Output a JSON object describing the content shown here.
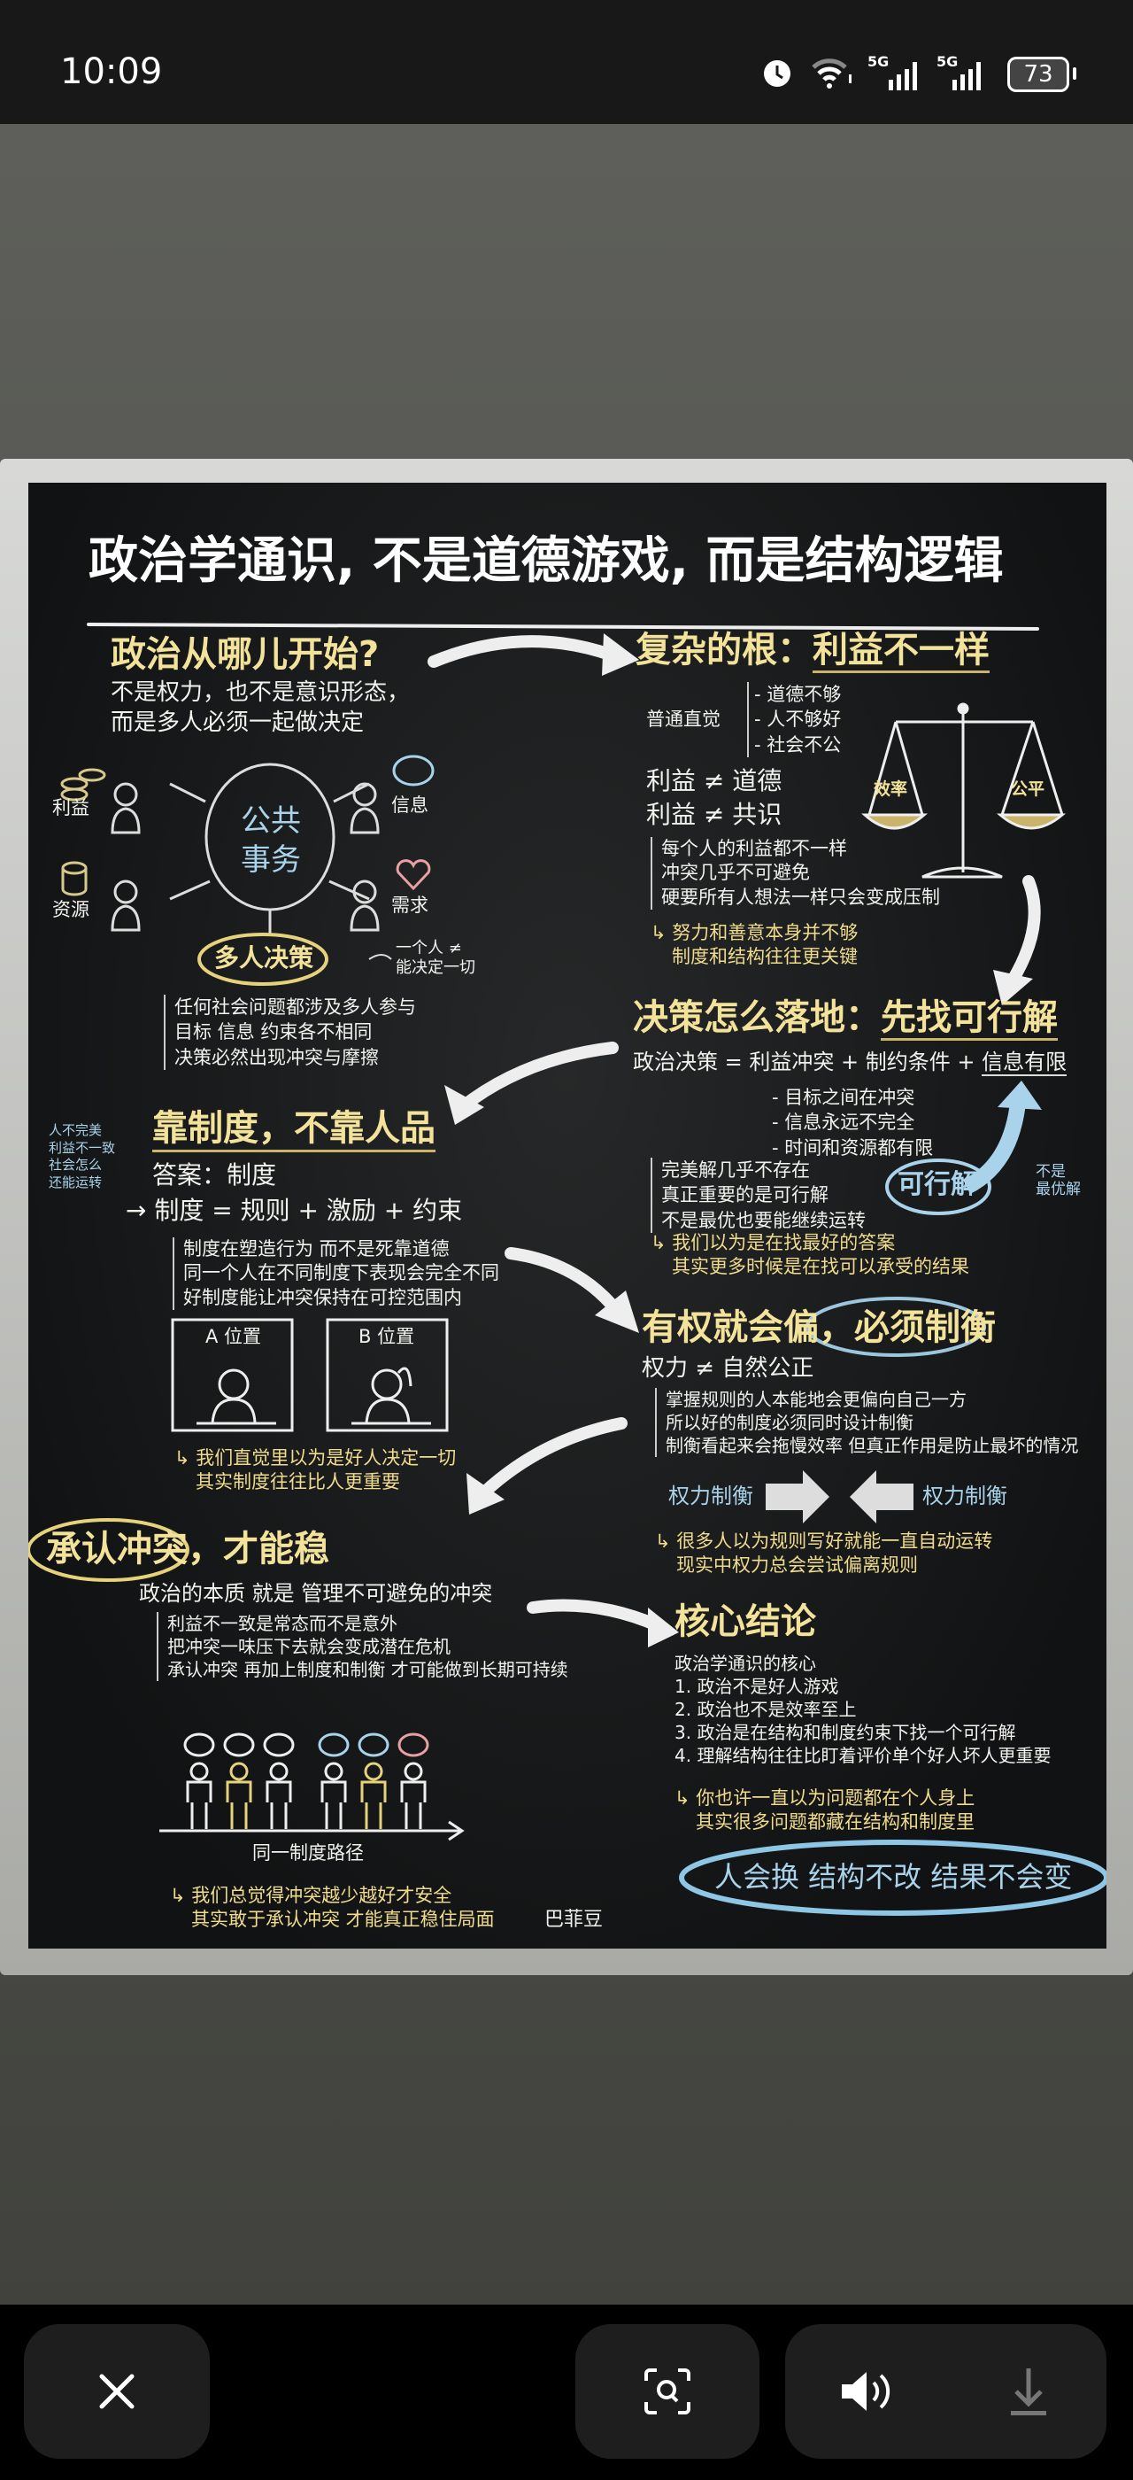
{
  "status_bar": {
    "time": "10:09",
    "network_1": "5G",
    "network_2": "5G",
    "battery": "73"
  },
  "board": {
    "title": "政治学通识, 不是道德游戏, 而是结构逻辑",
    "s1": {
      "heading": "政治从哪儿开始?",
      "lines": [
        "不是权力，也不是意识形态，",
        "而是多人必须一起做决定"
      ],
      "center": [
        "公共",
        "事务"
      ],
      "labels": {
        "interest": "利益",
        "info": "信息",
        "resource": "资源",
        "need": "需求"
      },
      "decision": "多人决策",
      "note": [
        "一个人 ≠",
        "能决定一切"
      ],
      "bullets": [
        "任何社会问题都涉及多人参与",
        "目标 信息 约束各不相同",
        "决策必然出现冲突与摩擦"
      ]
    },
    "s2": {
      "heading_a": "复杂的根：",
      "heading_b": "利益不一样",
      "intuition": "普通直觉",
      "intuition_items": [
        "- 道德不够",
        "- 人不够好",
        "- 社会不公"
      ],
      "neq": [
        "利益 ≠ 道德",
        "利益 ≠ 共识"
      ],
      "bullets": [
        "每个人的利益都不一样",
        "冲突几乎不可避免",
        "硬要所有人想法一样只会变成压制"
      ],
      "scale_left": "效率",
      "scale_right": "公平",
      "note": [
        "努力和善意本身并不够",
        "制度和结构往往更关键"
      ]
    },
    "s3": {
      "heading_a": "决策怎么落地：",
      "heading_b": "先找可行解",
      "formula_a": "政治决策 = 利益冲突 + 制约条件 + ",
      "formula_b": "信息有限",
      "dash_items": [
        "- 目标之间在冲突",
        "- 信息永远不完全",
        "- 时间和资源都有限"
      ],
      "bullets": [
        "完美解几乎不存在",
        "真正重要的是可行解",
        "不是最优也要能继续运转"
      ],
      "feasible": "可行解",
      "not_optimal": [
        "不是",
        "最优解"
      ],
      "note": [
        "我们以为是在找最好的答案",
        "其实更多时候是在找可以承受的结果"
      ]
    },
    "s4": {
      "side_note": [
        "人不完美",
        "利益不一致",
        "社会怎么",
        "还能运转"
      ],
      "heading": "靠制度，不靠人品",
      "answer": "答案：制度",
      "formula": "制度 = 规则 + 激励 + 约束",
      "bullets": [
        "制度在塑造行为 而不是死靠道德",
        "同一个人在不同制度下表现会完全不同",
        "好制度能让冲突保持在可控范围内"
      ],
      "box_a": "A 位置",
      "box_b": "B 位置",
      "note": [
        "我们直觉里以为是好人决定一切",
        "其实制度往往比人更重要"
      ]
    },
    "s5": {
      "heading_a": "有权就会偏，",
      "heading_b": "必须制衡",
      "neq": "权力 ≠ 自然公正",
      "bullets": [
        "掌握规则的人本能地会更偏向自己一方",
        "所以好的制度必须同时设计制衡",
        "制衡看起来会拖慢效率 但真正作用是防止最坏的情况"
      ],
      "check_left": "权力制衡",
      "check_right": "权力制衡",
      "note": [
        "很多人以为规则写好就能一直自动运转",
        "现实中权力总会尝试偏离规则"
      ]
    },
    "s6": {
      "heading_a": "承认冲突",
      "heading_b": "，才能稳",
      "essence": "政治的本质 就是 管理不可避免的冲突",
      "bullets": [
        "利益不一致是常态而不是意外",
        "把冲突一味压下去就会变成潜在危机",
        "承认冲突 再加上制度和制衡 才可能做到长期可持续"
      ],
      "path": "同一制度路径",
      "note": [
        "我们总觉得冲突越少越好才安全",
        "其实敢于承认冲突 才能真正稳住局面"
      ]
    },
    "s7": {
      "heading": "核心结论",
      "intro": "政治学通识的核心",
      "items": [
        "1. 政治不是好人游戏",
        "2. 政治也不是效率至上",
        "3. 政治是在结构和制度约束下找一个可行解",
        "4. 理解结构往往比盯着评价单个好人坏人更重要"
      ],
      "note": [
        "你也许一直以为问题都在个人身上",
        "其实很多问题都藏在结构和制度里"
      ],
      "conclusion": "人会换 结构不改 结果不会变"
    },
    "signature": "巴菲豆"
  },
  "colors": {
    "chalk_yellow": "#f3e29a",
    "chalk_blue": "#a9d3ea",
    "chalk_white": "#f2f2ee",
    "board": "#1a1c1d"
  }
}
